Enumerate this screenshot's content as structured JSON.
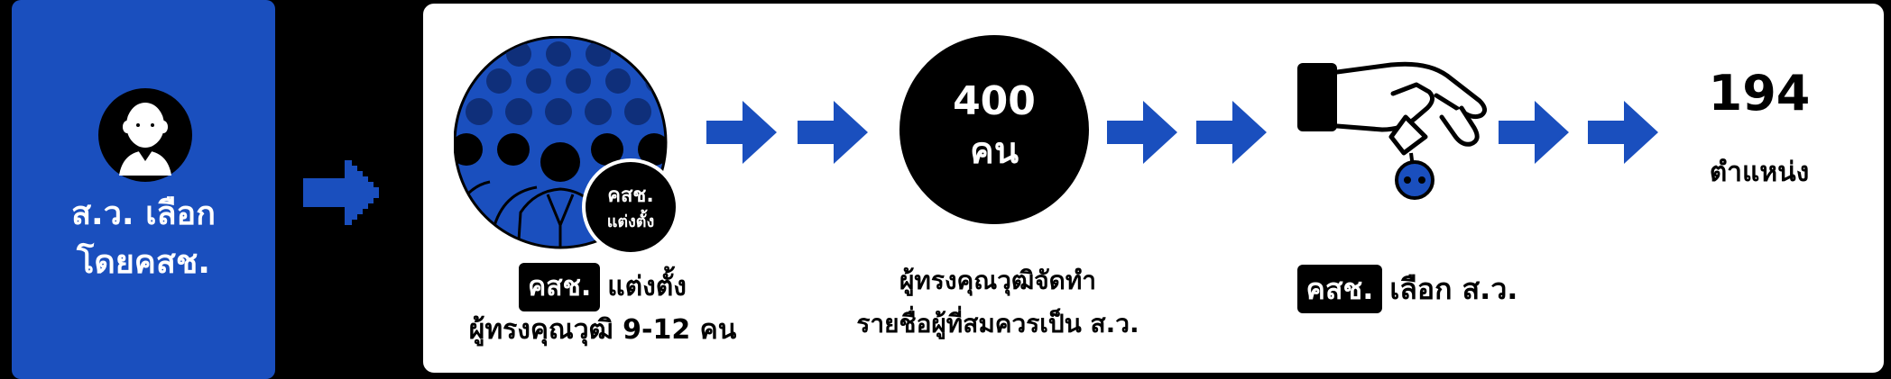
{
  "left_card": {
    "title_line1": "ส.ว. เลือก",
    "title_line2": "โดยคสช.",
    "icon": "person-icon"
  },
  "step1": {
    "badge": "คสช.",
    "badge_sub": "แต่งตั้ง",
    "caption_tag": "คสช.",
    "caption_line1": "แต่งตั้ง",
    "caption_line2": "ผู้ทรงคุณวุฒิ 9-12 คน",
    "icon": "crowd-icon"
  },
  "step2": {
    "number": "400",
    "unit": "คน",
    "caption_line1": "ผู้ทรงคุณวุฒิจัดทำ",
    "caption_line2": "รายชื่อผู้ที่สมควรเป็น ส.ว."
  },
  "step3": {
    "caption_tag": "คสช.",
    "caption_text": "เลือก ส.ว.",
    "icon": "hand-picking-icon"
  },
  "result": {
    "number": "194",
    "unit": "ตำแหน่ง"
  },
  "colors": {
    "brand_blue": "#1a4fbe",
    "crowd_dark_blue": "#0f2f7a",
    "black": "#000000",
    "white": "#ffffff"
  }
}
